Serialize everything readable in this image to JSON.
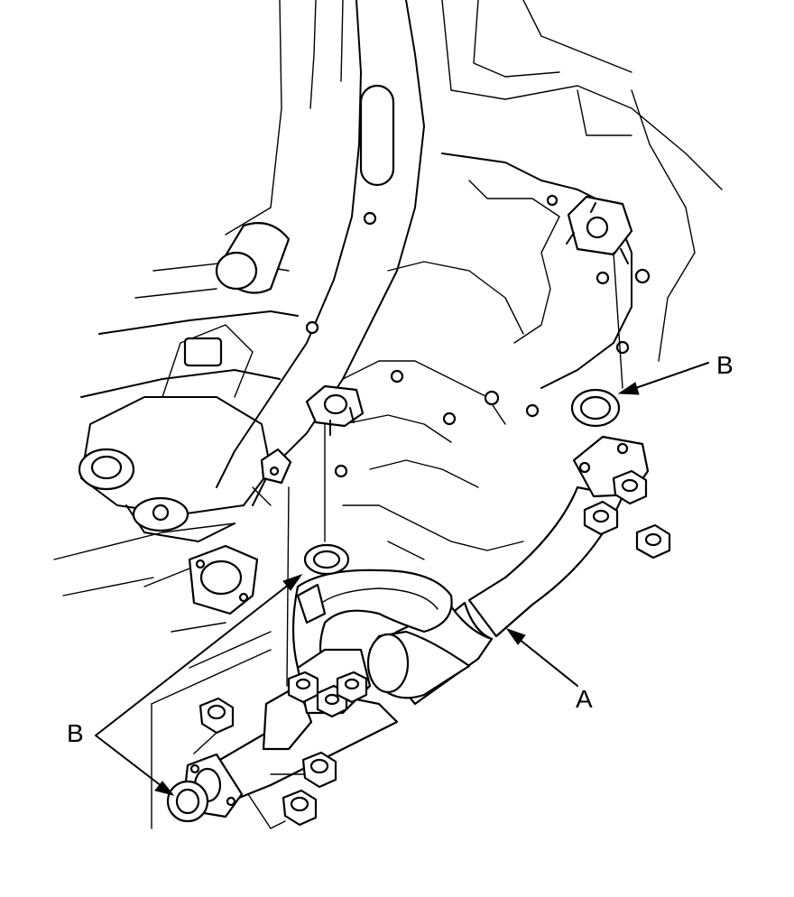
{
  "labels": {
    "pipe": "A",
    "gasket_right": "B",
    "gasket_left": "B"
  },
  "colors": {
    "ink": "#000000",
    "paper": "#ffffff"
  }
}
